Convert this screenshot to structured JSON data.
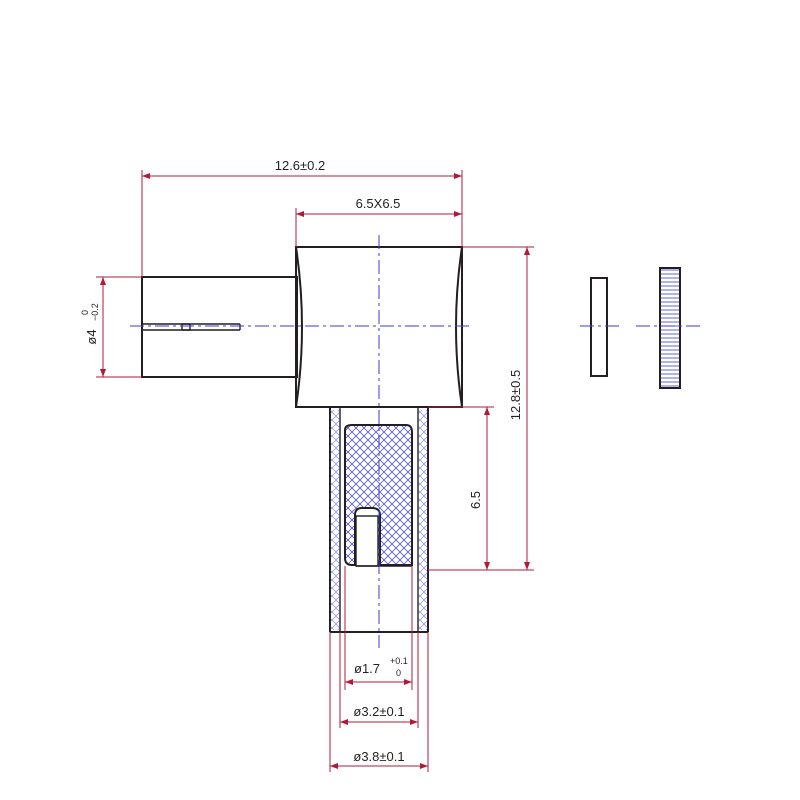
{
  "dimensions": {
    "overall_length": "12.6±0.2",
    "body_size": "6.5X6.5",
    "pin_diameter_main": "ø4",
    "pin_diameter_tol_upper": "0",
    "pin_diameter_tol_lower": "−0.2",
    "overall_height": "12.8±0.5",
    "insertion_depth": "6.5",
    "inner_diameter_main": "ø1.7",
    "inner_diameter_tol_upper": "+0.1",
    "inner_diameter_tol_lower": "0",
    "sleeve_inner_diameter": "ø3.2±0.1",
    "sleeve_outer_diameter": "ø3.8±0.1"
  },
  "colors": {
    "outline": "#231f20",
    "dimension": "#b0193a",
    "centerline": "#3b3bd9",
    "hatch": "#3b3bd9"
  }
}
